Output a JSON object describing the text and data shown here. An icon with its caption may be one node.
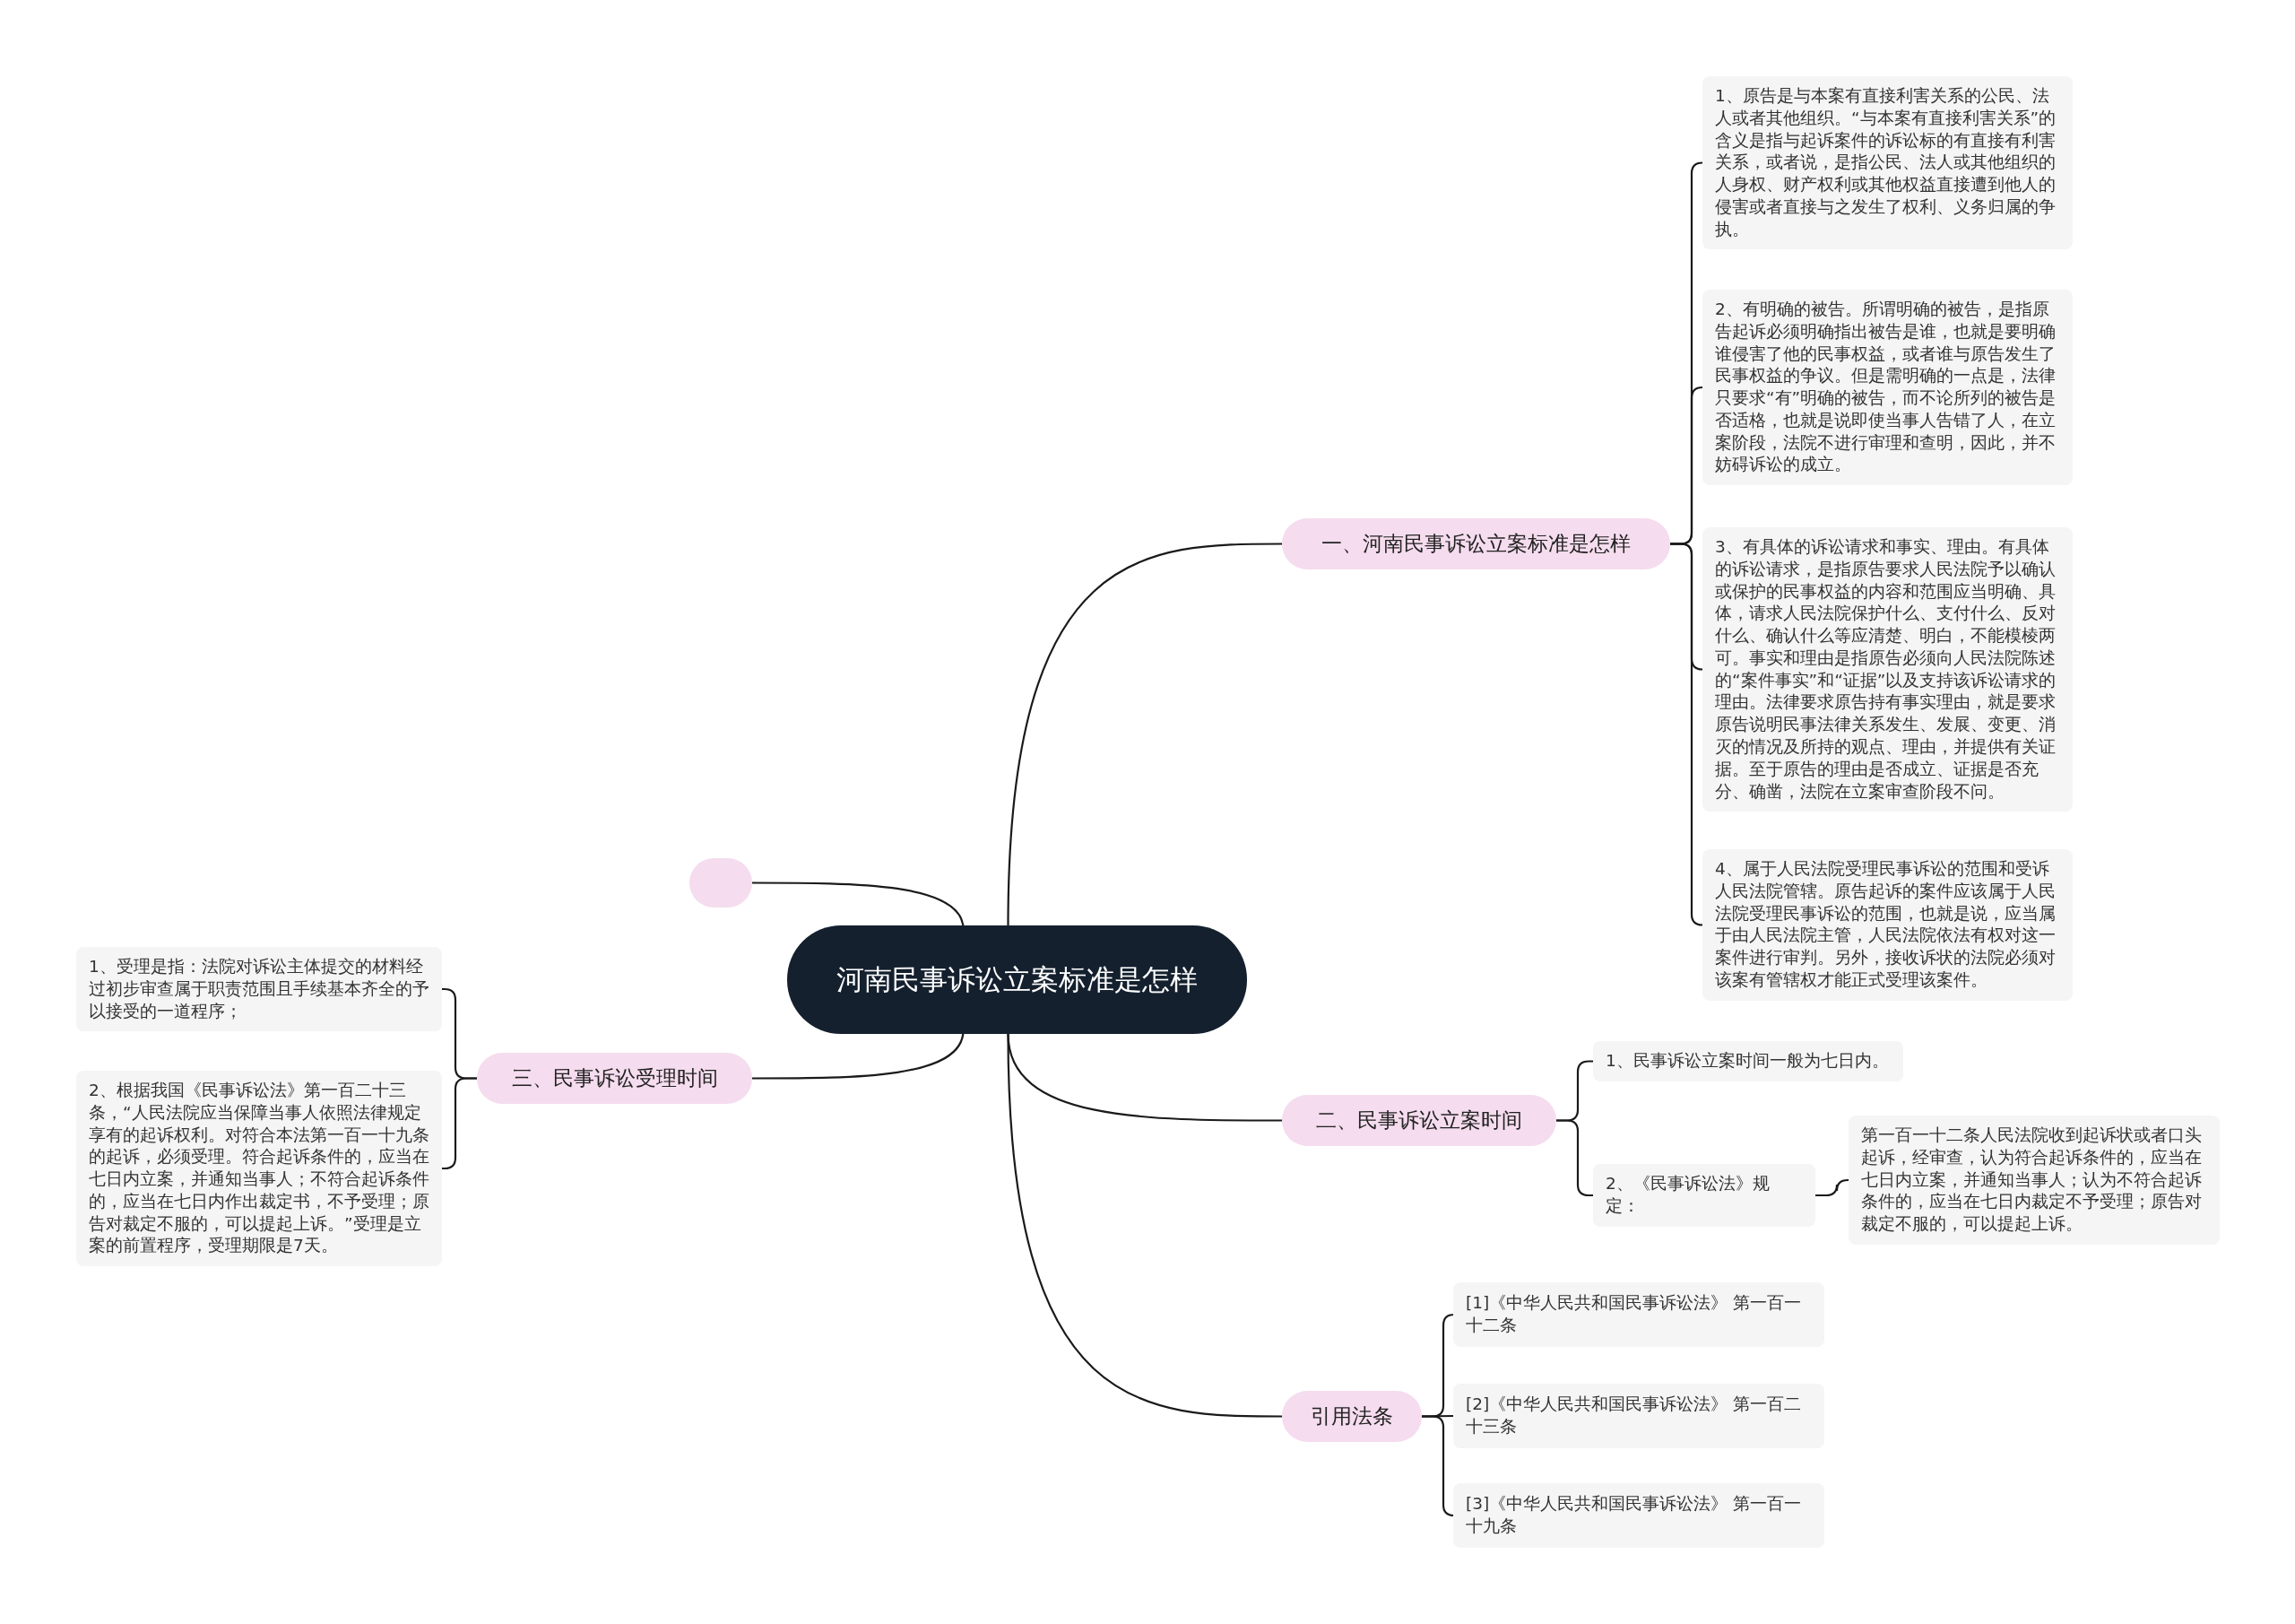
{
  "diagram": {
    "nodes": [
      {
        "text": [
          "河南民事诉讼立案标准是怎样"
        ]
      },
      {
        "text": [
          "一、河南民事诉讼立案标准是怎样"
        ]
      },
      {
        "text": [
          "1、原告是与本案有直接利害关系的公民、法人或者其他组织。“与本案有直接利害关系”的含义是指与起诉案件的诉讼标的有直接有利害关系，或者说，是指公民、法人或其他组织的人身权、财产权利或其他权益直接遭到他人的侵害或者直接与之发生了权利、义务归属的争执。"
        ]
      },
      {
        "text": [
          "2、有明确的被告。所谓明确的被告，是指原告起诉必须明确指出被告是谁，也就是要明确谁侵害了他的民事权益，或者谁与原告发生了民事权益的争议。但是需明确的一点是，法律只要求“有”明确的被告，而不论所列的被告是否适格，也就是说即使当事人告错了人，在立案阶段，法院不进行审理和查明，因此，并不妨碍诉讼的成立。"
        ]
      },
      {
        "text": [
          "3、有具体的诉讼请求和事实、理由。有具体的诉讼请求，是指原告要求人民法院予以确认或保护的民事权益的内容和范围应当明确、具体，请求人民法院保护什么、支付什么、反对什么、确认什么等应清楚、明白，不能模棱两可。事实和理由是指原告必须向人民法院陈述的“案件事实”和“证据”以及支持该诉讼请求的理由。法律要求原告持有事实理由，就是要求原告说明民事法律关系发生、发展、变更、消灭的情况及所持的观点、理由，并提供有关证据。至于原告的理由是否成立、证据是否充分、确凿，法院在立案审查阶段不问。"
        ]
      },
      {
        "text": [
          "4、属于人民法院受理民事诉讼的范围和受诉人民法院管辖。原告起诉的案件应该属于人民法院受理民事诉讼的范围，也就是说，应当属于由人民法院主管，人民法院依法有权对这一案件进行审判。另外，接收诉状的法院必须对该案有管辖权才能正式受理该案件。"
        ]
      },
      {
        "text": [
          "二、民事诉讼立案时间"
        ]
      },
      {
        "text": [
          "1、民事诉讼立案时间一般为七日内。"
        ]
      },
      {
        "text": [
          "2、《民事诉讼法》规定："
        ]
      },
      {
        "text": [
          "第一百一十二条人民法院收到起诉状或者口头起诉，经审查，认为符合起诉条件的，应当在七日内立案，并通知当事人；认为不符合起诉条件的，应当在七日内裁定不予受理；原告对裁定不服的，可以提起上诉。"
        ]
      },
      {
        "text": [
          "引用法条"
        ]
      },
      {
        "text": [
          "[1]《中华人民共和国民事诉讼法》 第一百一十二条"
        ]
      },
      {
        "text": [
          "[2]《中华人民共和国民事诉讼法》 第一百二十三条"
        ]
      },
      {
        "text": [
          "[3]《中华人民共和国民事诉讼法》 第一百一十九条"
        ]
      },
      {
        "text": [],
        "shape": "box"
      },
      {
        "text": [
          "三、民事诉讼受理时间"
        ]
      },
      {
        "text": [
          "1、受理是指：法院对诉讼主体提交的材料经过初步审查属于职责范围且手续基本齐全的予以接受的一道程序；"
        ]
      },
      {
        "text": [
          "2、根据我国《民事诉讼法》第一百二十三条，“人民法院应当保障当事人依照法律规定享有的起诉权利。对符合本法第一百一十九条的起诉，必须受理。符合起诉条件的，应当在七日内立案，并通知当事人；不符合起诉条件的，应当在七日内作出裁定书，不予受理；原告对裁定不服的，可以提起上诉。”受理是立案的前置程序，受理期限是7天。"
        ]
      }
    ],
    "edges": [
      {
        "from": 0,
        "to": 1,
        "arrow": "none"
      },
      {
        "from": 1,
        "to": 2,
        "arrow": "none"
      },
      {
        "from": 1,
        "to": 3,
        "arrow": "none"
      },
      {
        "from": 1,
        "to": 4,
        "arrow": "none"
      },
      {
        "from": 1,
        "to": 5,
        "arrow": "none"
      },
      {
        "from": 0,
        "to": 6,
        "arrow": "none"
      },
      {
        "from": 6,
        "to": 7,
        "arrow": "none"
      },
      {
        "from": 6,
        "to": 8,
        "arrow": "none"
      },
      {
        "from": 8,
        "to": 9,
        "arrow": "none"
      },
      {
        "from": 0,
        "to": 10,
        "arrow": "none"
      },
      {
        "from": 10,
        "to": 11,
        "arrow": "none"
      },
      {
        "from": 10,
        "to": 12,
        "arrow": "none"
      },
      {
        "from": 10,
        "to": 13,
        "arrow": "none"
      },
      {
        "from": 0,
        "to": 14,
        "arrow": "none"
      },
      {
        "from": 0,
        "to": 15,
        "arrow": "none"
      },
      {
        "from": 15,
        "to": 16,
        "arrow": "none"
      },
      {
        "from": 15,
        "to": 17,
        "arrow": "none"
      }
    ]
  }
}
